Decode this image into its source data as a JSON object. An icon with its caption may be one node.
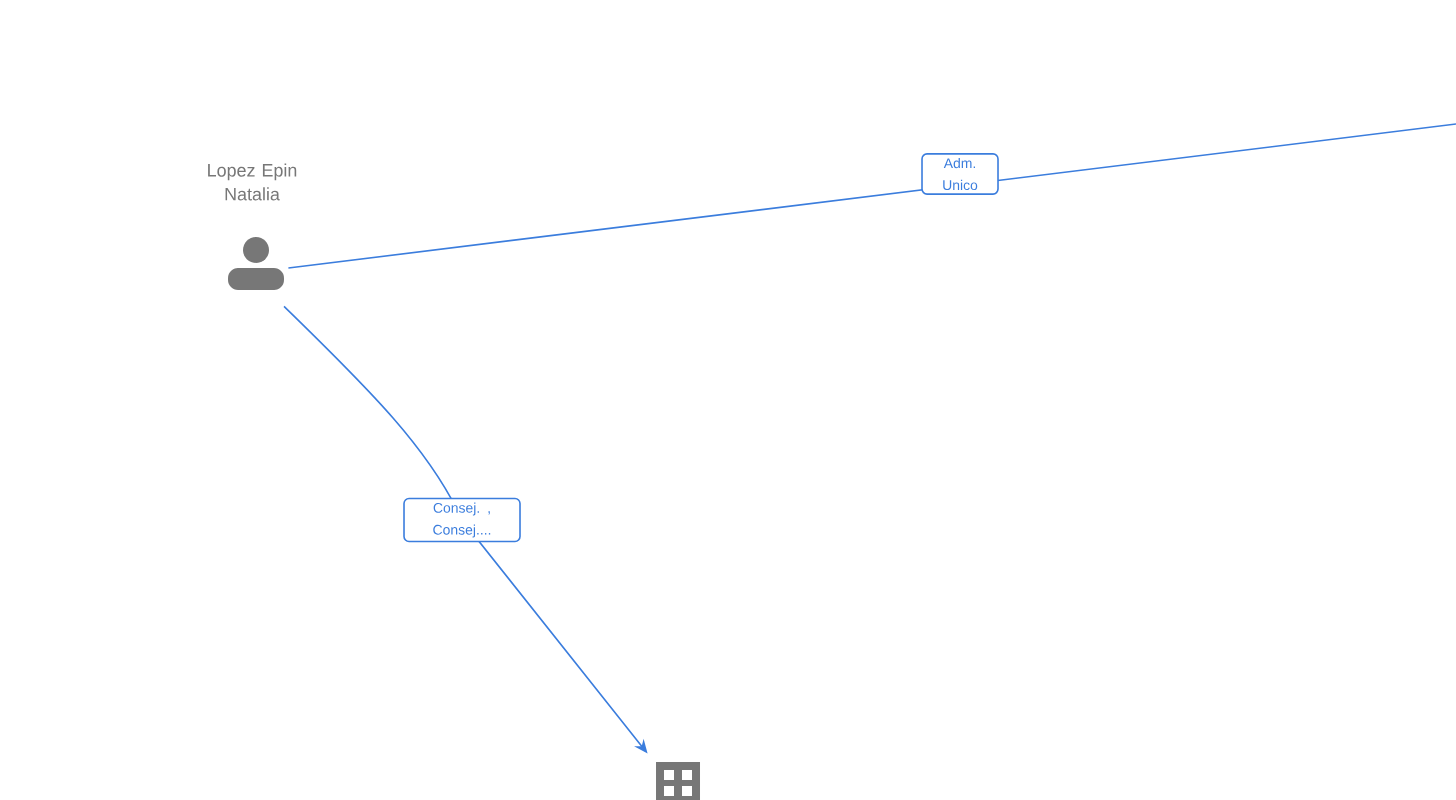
{
  "diagram": {
    "nodes": [
      {
        "text": [
          "Lopez Epin Natalia"
        ]
      },
      {
        "text": [],
        "shape": "building"
      }
    ],
    "edges": [
      {
        "from": 0,
        "to": null,
        "arrow": "none",
        "label": "Adm. Unico"
      },
      {
        "from": 0,
        "to": 1,
        "arrow": "to",
        "label": "Consej. , Consej...."
      }
    ]
  }
}
